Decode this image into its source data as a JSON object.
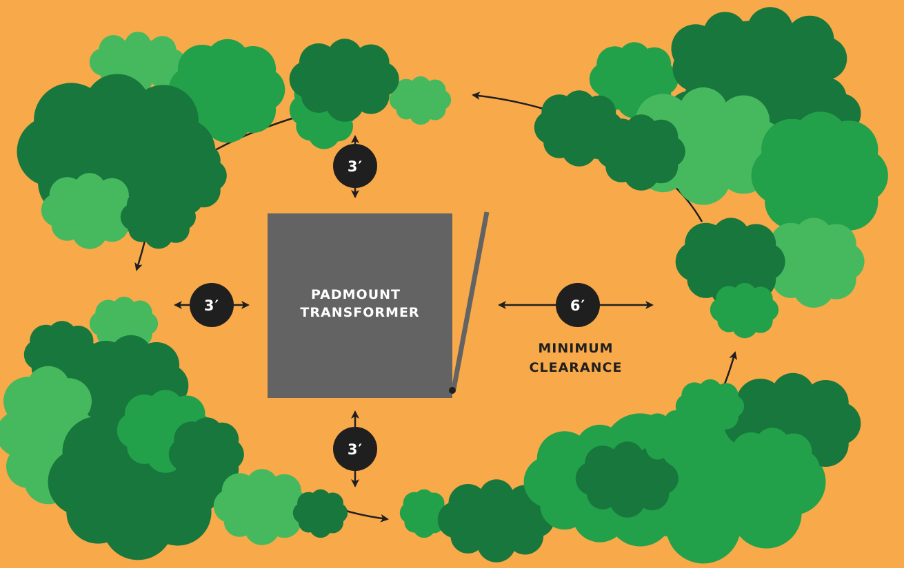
{
  "transformer": {
    "label_line1": "PADMOUNT",
    "label_line2": "TRANSFORMER"
  },
  "clearances": {
    "top": "3′",
    "left": "3′",
    "bottom": "3′",
    "right": "6′"
  },
  "caption": {
    "line1": "MINIMUM",
    "line2": "CLEARANCE"
  },
  "colors": {
    "background": "#F8A94A",
    "shrub_dark": "#17773C",
    "shrub_mid": "#22A14A",
    "shrub_light": "#46B95E",
    "transformer": "#636364",
    "badge": "#1F1F1F",
    "badge_text": "#FFFFFF",
    "label_text": "#1F1F1F"
  }
}
